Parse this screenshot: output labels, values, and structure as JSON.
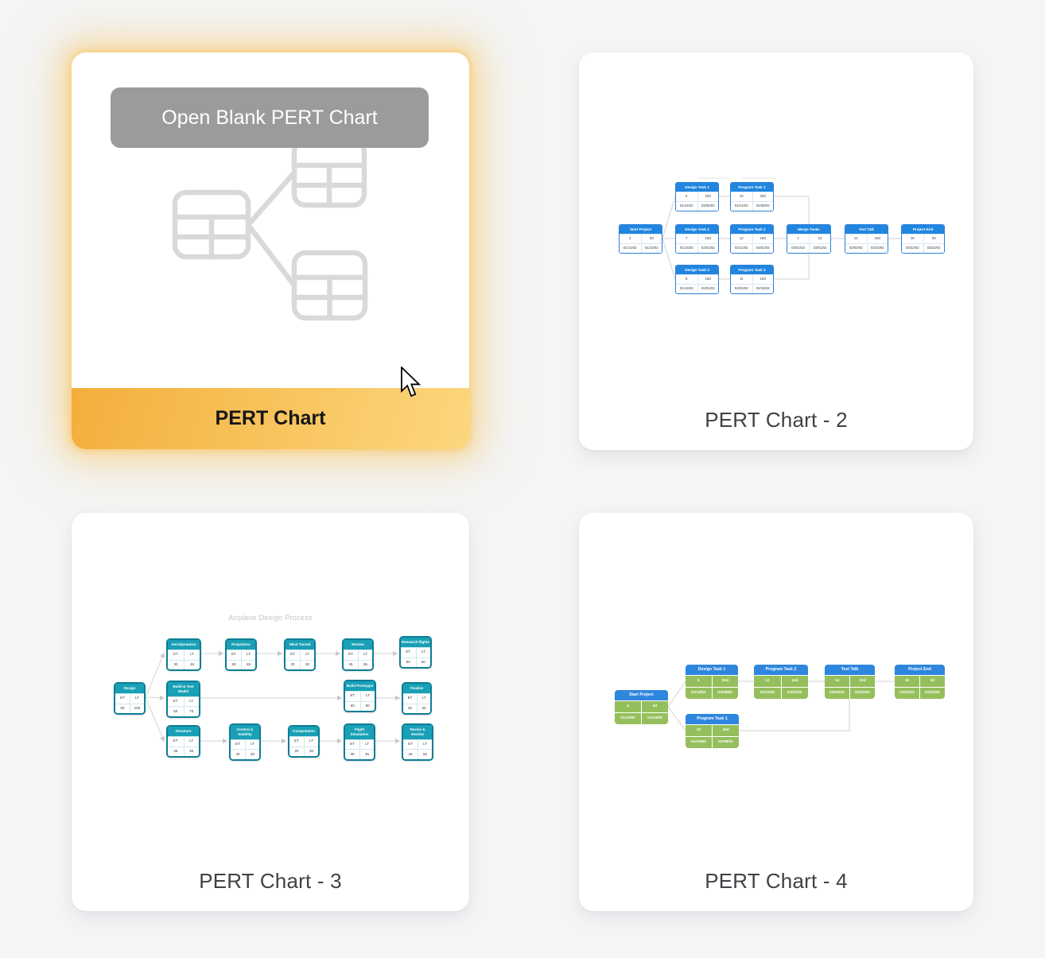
{
  "cards": {
    "blank": {
      "overlay_button": "Open Blank PERT Chart",
      "title": "PERT Chart"
    },
    "pert2": {
      "title": "PERT Chart - 2",
      "diagram": {
        "type": "pert",
        "nodes": [
          {
            "key": "start",
            "title": "Start Project",
            "cells": [
              "4",
              "0d",
              "01/14/02",
              "01/14/02"
            ]
          },
          {
            "key": "dt1",
            "title": "Design Task 1",
            "cells": [
              "5",
              "20d",
              "01/14/02",
              "02/08/02"
            ]
          },
          {
            "key": "pt1",
            "title": "Program Task 1",
            "cells": [
              "10",
              "20d",
              "01/14/02",
              "02/08/02"
            ]
          },
          {
            "key": "dt2",
            "title": "Design Task 2",
            "cells": [
              "7",
              "15d",
              "01/14/02",
              "02/01/02"
            ]
          },
          {
            "key": "pt2",
            "title": "Program Task 2",
            "cells": [
              "12",
              "15d",
              "02/11/02",
              "03/01/02"
            ]
          },
          {
            "key": "dt3",
            "title": "Design Task 3",
            "cells": [
              "8",
              "15d",
              "01/14/02",
              "02/01/02"
            ]
          },
          {
            "key": "pt3",
            "title": "Program Task 3",
            "cells": [
              "11",
              "10d",
              "02/04/02",
              "02/15/02"
            ]
          },
          {
            "key": "merge",
            "title": "Merge Tasks",
            "cells": [
              "1",
              "1d",
              "03/01/02",
              "03/01/02"
            ]
          },
          {
            "key": "test",
            "title": "Test Talk",
            "cells": [
              "14",
              "15d",
              "03/04/02",
              "03/22/02"
            ]
          },
          {
            "key": "end",
            "title": "Project End",
            "cells": [
              "15",
              "0d",
              "03/22/02",
              "03/22/02"
            ]
          }
        ],
        "edges": [
          [
            "start",
            "dt1"
          ],
          [
            "start",
            "dt2"
          ],
          [
            "start",
            "dt3"
          ],
          [
            "dt1",
            "pt1"
          ],
          [
            "dt2",
            "pt2"
          ],
          [
            "dt3",
            "pt3"
          ],
          [
            "pt1",
            "merge"
          ],
          [
            "pt2",
            "merge"
          ],
          [
            "pt3",
            "merge"
          ],
          [
            "merge",
            "test"
          ],
          [
            "test",
            "end"
          ]
        ]
      }
    },
    "pert3": {
      "title": "PERT Chart - 3",
      "diagram": {
        "type": "pert",
        "title": "Airplane Design Process",
        "cell_labels": [
          "ET",
          "LT"
        ],
        "nodes": [
          {
            "key": "design",
            "title": "Design",
            "et": "80",
            "lt": "100"
          },
          {
            "key": "aero",
            "title": "Aerodynamics",
            "et": "30",
            "lt": "45"
          },
          {
            "key": "prop",
            "title": "Propulsion",
            "et": "50",
            "lt": "65"
          },
          {
            "key": "wind",
            "title": "Wind Tunnel",
            "et": "20",
            "lt": "30"
          },
          {
            "key": "review",
            "title": "Review",
            "et": "45",
            "lt": "55"
          },
          {
            "key": "research",
            "title": "Research flights",
            "et": "50",
            "lt": "60"
          },
          {
            "key": "buildtest",
            "title": "Build & Test Model",
            "et": "50",
            "lt": "70"
          },
          {
            "key": "buildproto",
            "title": "Build Prototype",
            "et": "60",
            "lt": "80"
          },
          {
            "key": "finalize",
            "title": "Finalize",
            "et": "20",
            "lt": "30"
          },
          {
            "key": "structure",
            "title": "Structure",
            "et": "35",
            "lt": "55"
          },
          {
            "key": "control",
            "title": "Control & Stability",
            "et": "40",
            "lt": "50"
          },
          {
            "key": "comp",
            "title": "Computation",
            "et": "20",
            "lt": "30"
          },
          {
            "key": "flight",
            "title": "Flight Simulation",
            "et": "30",
            "lt": "45"
          },
          {
            "key": "revise",
            "title": "Revise & Review",
            "et": "45",
            "lt": "55"
          }
        ],
        "edges": [
          [
            "design",
            "aero"
          ],
          [
            "design",
            "buildtest"
          ],
          [
            "design",
            "structure"
          ],
          [
            "aero",
            "prop"
          ],
          [
            "prop",
            "wind"
          ],
          [
            "wind",
            "review"
          ],
          [
            "review",
            "research"
          ],
          [
            "buildtest",
            "buildproto"
          ],
          [
            "buildproto",
            "finalize"
          ],
          [
            "structure",
            "control"
          ],
          [
            "control",
            "comp"
          ],
          [
            "comp",
            "flight"
          ],
          [
            "flight",
            "revise"
          ]
        ]
      }
    },
    "pert4": {
      "title": "PERT Chart - 4",
      "diagram": {
        "type": "pert",
        "nodes": [
          {
            "key": "start",
            "title": "Start Project",
            "cells": [
              "4",
              "0d",
              "01/14/02",
              "01/14/02"
            ]
          },
          {
            "key": "dt1",
            "title": "Design Task 1",
            "cells": [
              "5",
              "20d",
              "01/14/02",
              "02/08/02"
            ]
          },
          {
            "key": "pt1",
            "title": "Program Task 1",
            "cells": [
              "10",
              "20d",
              "01/14/02",
              "02/08/02"
            ]
          },
          {
            "key": "pt2",
            "title": "Program Task 2",
            "cells": [
              "12",
              "15d",
              "02/11/02",
              "03/01/02"
            ]
          },
          {
            "key": "test",
            "title": "Test Talk",
            "cells": [
              "14",
              "15d",
              "03/04/02",
              "03/22/02"
            ]
          },
          {
            "key": "end",
            "title": "Project End",
            "cells": [
              "15",
              "0d",
              "03/22/02",
              "03/22/02"
            ]
          }
        ],
        "edges": [
          [
            "start",
            "dt1"
          ],
          [
            "start",
            "pt1"
          ],
          [
            "dt1",
            "pt2"
          ],
          [
            "pt2",
            "test"
          ],
          [
            "test",
            "end"
          ],
          [
            "pt1",
            "test"
          ]
        ]
      }
    }
  }
}
